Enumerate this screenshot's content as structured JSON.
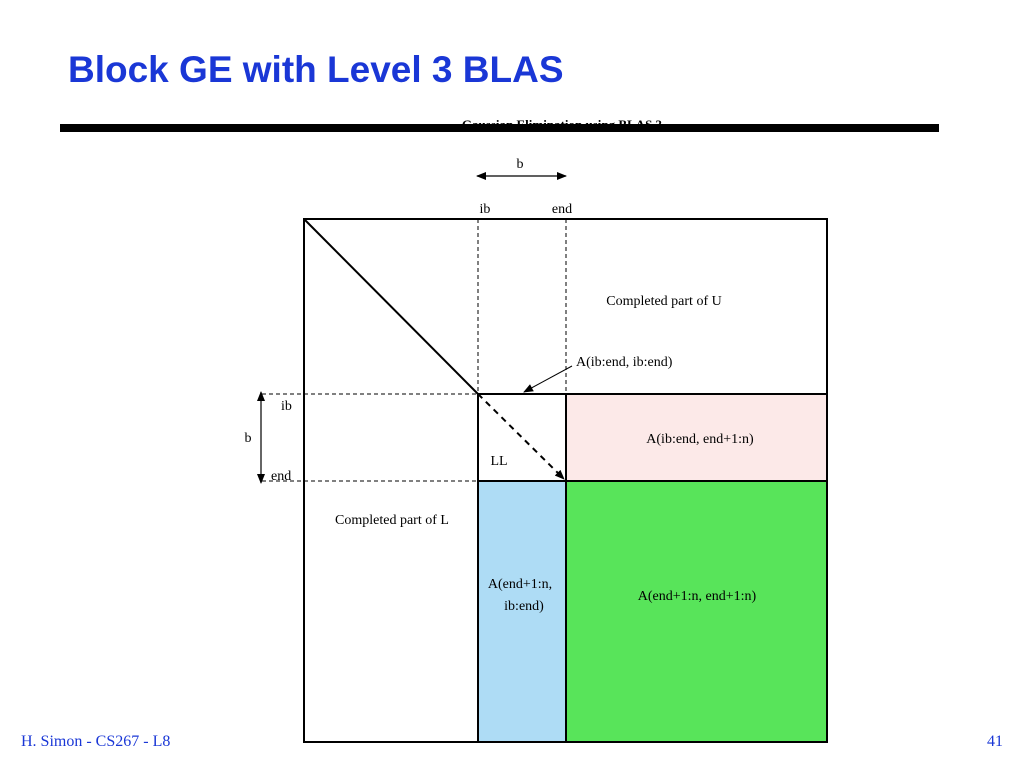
{
  "slide": {
    "title": "Block GE with Level 3 BLAS",
    "title_color": "#1a37d6",
    "footer_left": "H. Simon - CS267 - L8",
    "footer_right": "41"
  },
  "diagram": {
    "caption": "Gaussian Elimination using BLAS 3",
    "top_arrow_label": "b",
    "col_label_ib": "ib",
    "col_label_end": "end",
    "side_arrow_label": "b",
    "row_label_ib": "ib",
    "row_label_end": "end",
    "completed_u": "Completed part of U",
    "diag_block_pointer": "A(ib:end, ib:end)",
    "ll_label": "LL",
    "right_block": "A(ib:end, end+1:n)",
    "completed_l": "Completed part of L",
    "below_block_line1": "A(end+1:n,",
    "below_block_line2": "ib:end)",
    "trailing_block": "A(end+1:n, end+1:n)",
    "colors": {
      "right_block_fill": "#fce9e8",
      "below_block_fill": "#aedcf5",
      "trailing_block_fill": "#58e45a",
      "rule": "#000000"
    }
  }
}
